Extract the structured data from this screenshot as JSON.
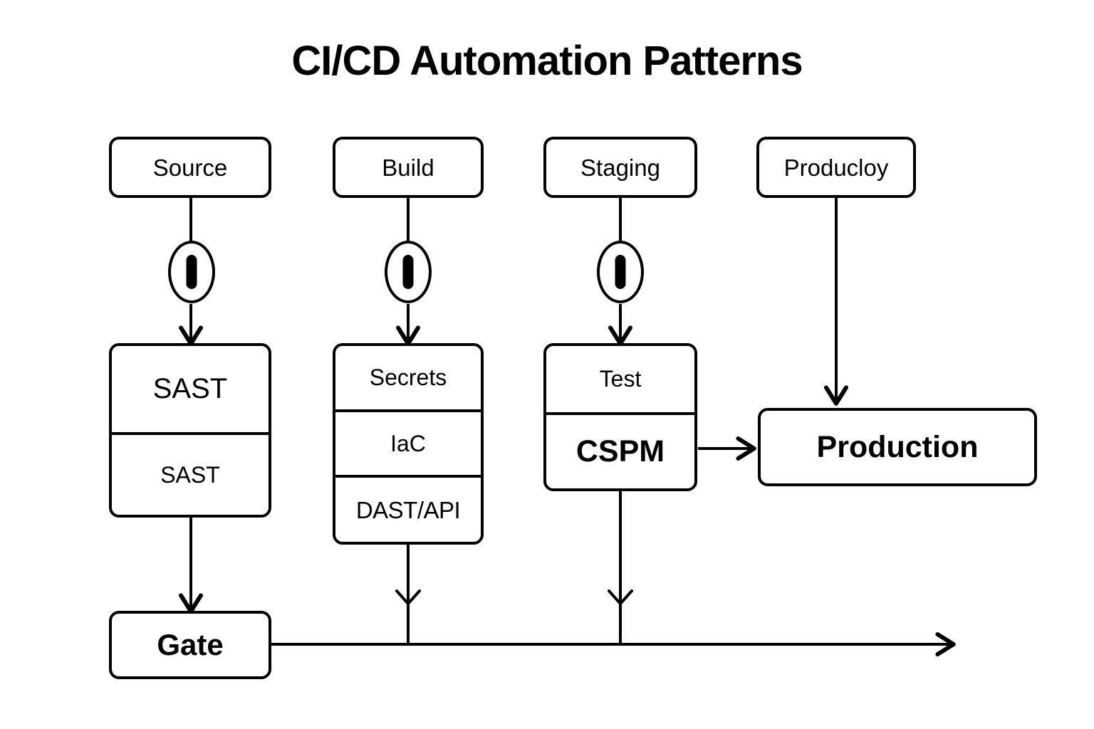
{
  "title": "CI/CD Automation Patterns",
  "diagram": {
    "type": "flowchart",
    "background": "#ffffff",
    "stroke": "#000000",
    "columns": [
      {
        "id": "source",
        "stage": "Source",
        "gate_icon": "pipeline-gate-icon",
        "stack": [
          "SAST",
          "SAST"
        ]
      },
      {
        "id": "build",
        "stage": "Build",
        "gate_icon": "pipeline-gate-icon",
        "stack": [
          "Secrets",
          "IaC",
          "DAST/API"
        ]
      },
      {
        "id": "staging",
        "stage": "Staging",
        "gate_icon": "pipeline-gate-icon",
        "stack": [
          "Test",
          "CSPM"
        ]
      },
      {
        "id": "deploy",
        "stage": "Producloy",
        "gate_icon": null,
        "stack": []
      }
    ],
    "terminals": {
      "production": "Production",
      "gate": "Gate"
    },
    "edges": [
      {
        "from": "Source",
        "to": "SAST",
        "via": "gate-icon"
      },
      {
        "from": "Build",
        "to": "Secrets",
        "via": "gate-icon"
      },
      {
        "from": "Staging",
        "to": "Test",
        "via": "gate-icon"
      },
      {
        "from": "Producloy",
        "to": "Production",
        "via": null
      },
      {
        "from": "CSPM",
        "to": "Production",
        "via": null
      },
      {
        "from": "SAST",
        "to": "Gate",
        "via": null
      },
      {
        "from": "DAST/API",
        "to": "feedback-bus",
        "via": null
      },
      {
        "from": "CSPM",
        "to": "feedback-bus",
        "via": null
      },
      {
        "from": "Gate",
        "to": "feedback-bus",
        "via": null
      }
    ]
  }
}
